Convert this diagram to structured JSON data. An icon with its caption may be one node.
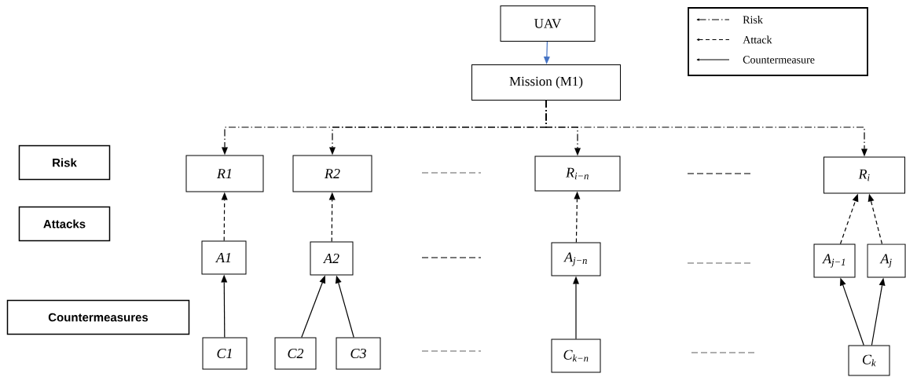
{
  "diagram": {
    "nodes": [
      {
        "text": [
          "UAV"
        ]
      },
      {
        "text": [
          "Mission (M1)"
        ]
      },
      {
        "text": [
          "Risk"
        ]
      },
      {
        "text": [
          "Attacks"
        ]
      },
      {
        "text": [
          "Countermeasures"
        ]
      },
      {
        "text": [
          "R1"
        ]
      },
      {
        "text": [
          "R2"
        ]
      },
      {
        "text": [
          "R$_{i−n}$"
        ]
      },
      {
        "text": [
          "R$_{i}$"
        ]
      },
      {
        "text": [
          "A1"
        ]
      },
      {
        "text": [
          "A2"
        ]
      },
      {
        "text": [
          "A$_{j−n}$"
        ]
      },
      {
        "text": [
          "A$_{j−1}$"
        ]
      },
      {
        "text": [
          "A$_{j}$"
        ]
      },
      {
        "text": [
          "C1"
        ]
      },
      {
        "text": [
          "C2"
        ]
      },
      {
        "text": [
          "C3"
        ]
      },
      {
        "text": [
          "C$_{k−n}$"
        ]
      },
      {
        "text": [
          "C$_{k}$"
        ]
      }
    ],
    "edges": [
      {
        "from": 0,
        "to": 1,
        "arrow": "to",
        "color": "#4472c4"
      },
      {
        "from": 1,
        "to": 5,
        "arrow": "to",
        "style": "dashed"
      },
      {
        "from": 1,
        "to": 6,
        "arrow": "to",
        "style": "dashed"
      },
      {
        "from": 1,
        "to": 7,
        "arrow": "to",
        "style": "dashed"
      },
      {
        "from": 1,
        "to": 8,
        "arrow": "to",
        "style": "dashed"
      },
      {
        "from": 9,
        "to": 5,
        "arrow": "to",
        "style": "dashed"
      },
      {
        "from": 10,
        "to": 6,
        "arrow": "to",
        "style": "dashed"
      },
      {
        "from": 11,
        "to": 7,
        "arrow": "to",
        "style": "dashed"
      },
      {
        "from": 12,
        "to": 8,
        "arrow": "to",
        "style": "dashed"
      },
      {
        "from": 13,
        "to": 8,
        "arrow": "to",
        "style": "dashed"
      },
      {
        "from": 14,
        "to": 9,
        "arrow": "to"
      },
      {
        "from": 15,
        "to": 10,
        "arrow": "to"
      },
      {
        "from": 16,
        "to": 10,
        "arrow": "to"
      },
      {
        "from": 17,
        "to": 11,
        "arrow": "to"
      },
      {
        "from": 18,
        "to": 12,
        "arrow": "to"
      },
      {
        "from": 18,
        "to": 13,
        "arrow": "to"
      }
    ],
    "legend": [
      {
        "text": "Risk"
      },
      {
        "text": "Attack"
      },
      {
        "text": "Countermeasure"
      }
    ]
  }
}
